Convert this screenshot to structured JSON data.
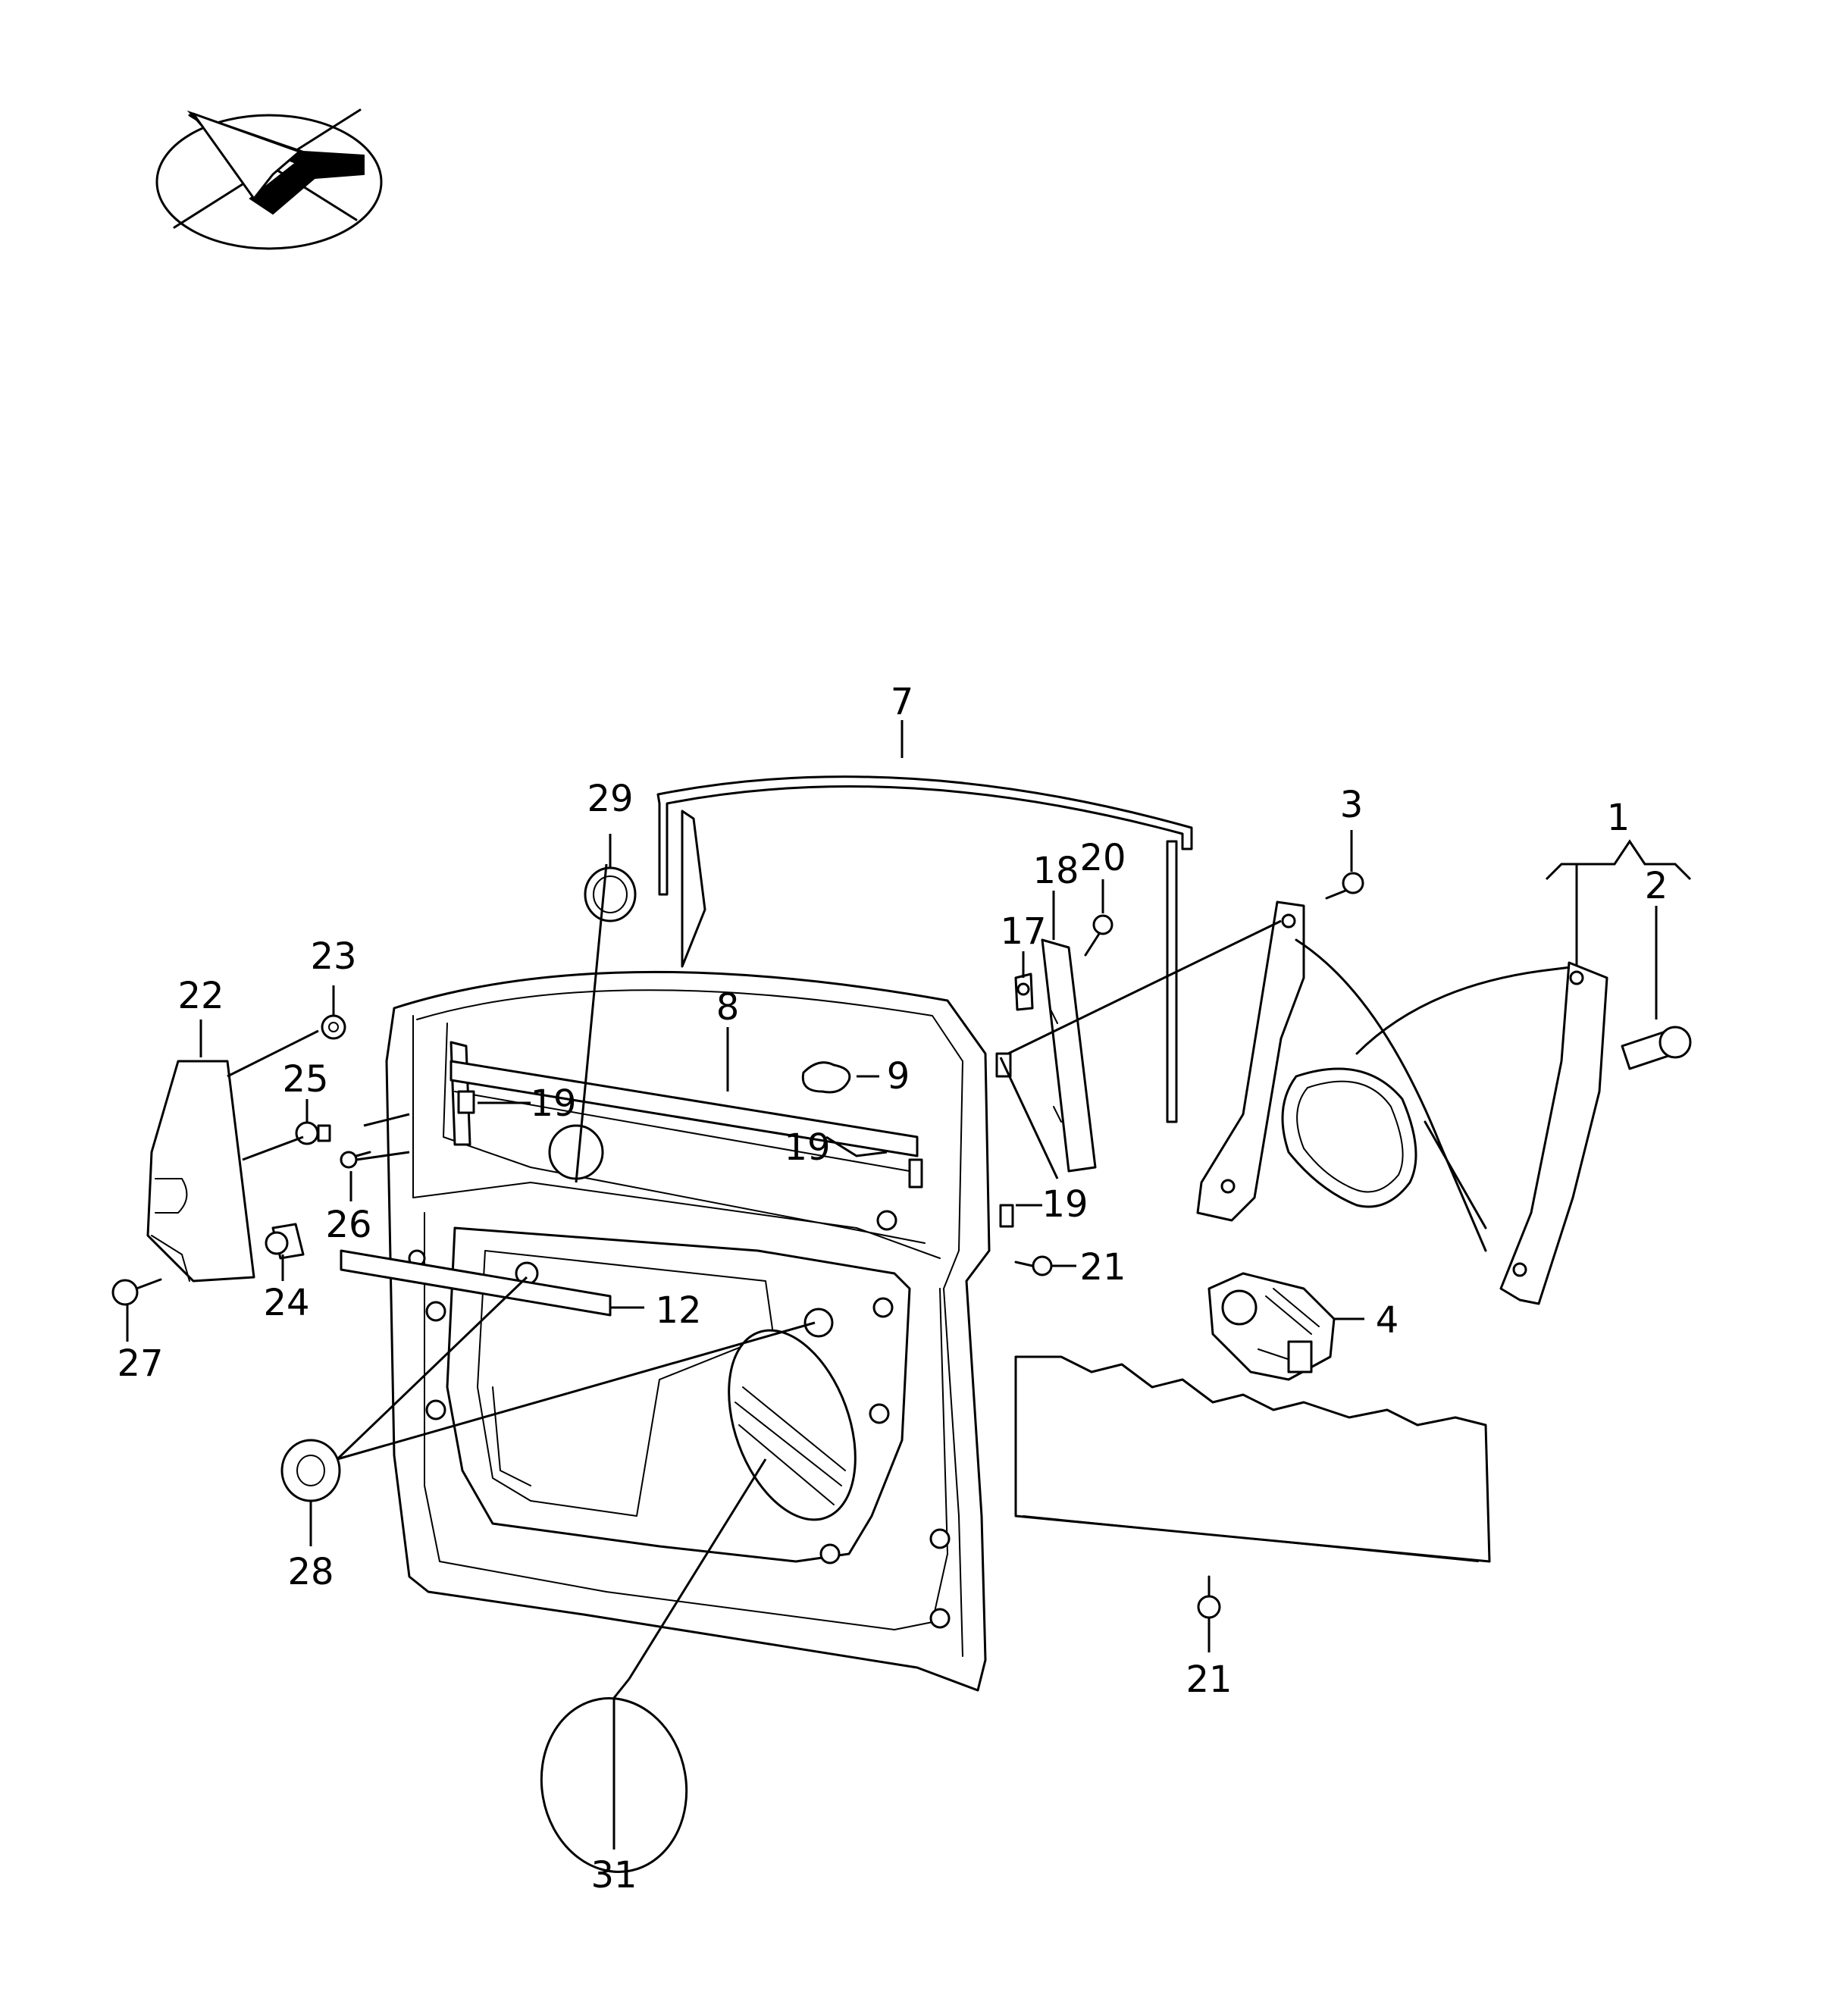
{
  "emblem": {
    "icon": "checkmark-in-ellipse-icon"
  },
  "callouts": {
    "c1": "1",
    "c2": "2",
    "c3": "3",
    "c4": "4",
    "c7": "7",
    "c8": "8",
    "c9": "9",
    "c12": "12",
    "c17": "17",
    "c18": "18",
    "c19a": "19",
    "c19b": "19",
    "c19c": "19",
    "c20": "20",
    "c21a": "21",
    "c21b": "21",
    "c22": "22",
    "c23": "23",
    "c24": "24",
    "c25": "25",
    "c26": "26",
    "c27": "27",
    "c28": "28",
    "c29": "29",
    "c31": "31"
  }
}
